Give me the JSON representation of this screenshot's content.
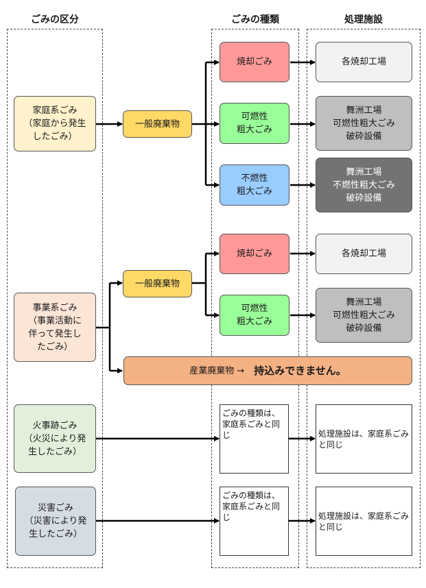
{
  "headers": {
    "category": "ごみの区分",
    "type": "ごみの種類",
    "facility": "処理施設"
  },
  "sources": {
    "household": "家庭系ごみ\n（家庭から発生\nしたごみ）",
    "business": "事業系ごみ\n（事業活動に\n伴って発生し\nたごみ）",
    "fire": "火事跡ごみ\n（火災により発\n生したごみ）",
    "disaster": "災害ごみ\n（災害により発\n生したごみ）"
  },
  "general_waste": "一般廃棄物",
  "types": {
    "burnable": "焼却ごみ",
    "bulky_burnable": "可燃性\n粗大ごみ",
    "bulky_nonburnable": "不燃性\n粗大ごみ",
    "same_as_household": "ごみの種類は、家庭系ごみと同じ"
  },
  "facilities": {
    "incineration": "各焼却工場",
    "maishima_burnable": "舞洲工場\n可燃性粗大ごみ\n破砕設備",
    "maishima_nonburnable": "舞洲工場\n不燃性粗大ごみ\n破砕設備",
    "same_as_household": "処理施設は、家庭系ごみと同じ"
  },
  "industrial_banner": {
    "label": "産業廃棄物 →",
    "message": "持込みできません。"
  },
  "colors": {
    "source_household": "#fff2cc",
    "source_business": "#fbe5d6",
    "source_fire": "#e2efda",
    "source_disaster": "#d6dce4",
    "general_waste": "#ffd966",
    "burnable": "#ff9999",
    "bulky_burnable": "#99ff99",
    "bulky_nonburnable": "#99ccff",
    "facility_light": "#f2f2f2",
    "facility_mid": "#bfbfbf",
    "facility_dark": "#737373",
    "industrial": "#f4b183"
  }
}
